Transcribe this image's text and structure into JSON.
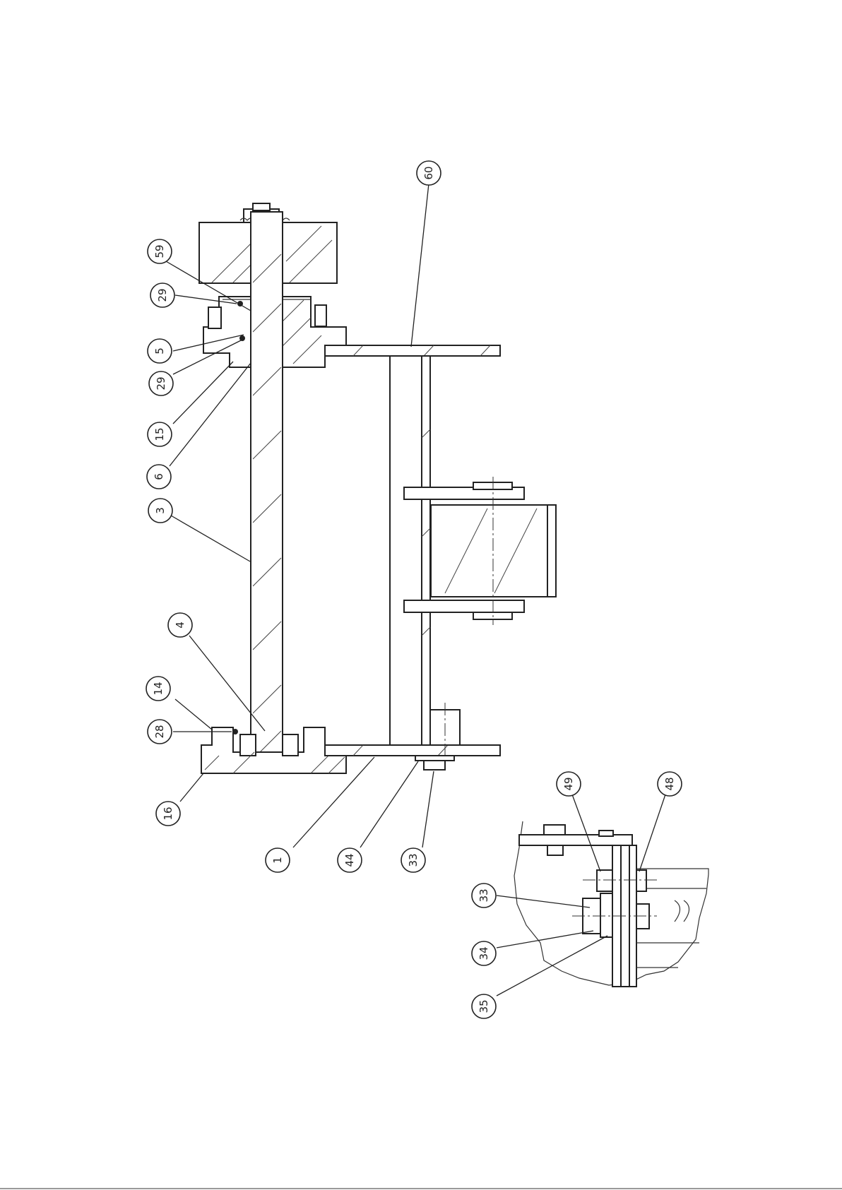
{
  "diagram": {
    "main_view": {
      "balloons": [
        {
          "id": "b60",
          "label": "60"
        },
        {
          "id": "b59",
          "label": "59"
        },
        {
          "id": "b29a",
          "label": "29"
        },
        {
          "id": "b5",
          "label": "5"
        },
        {
          "id": "b29b",
          "label": "29"
        },
        {
          "id": "b15",
          "label": "15"
        },
        {
          "id": "b6",
          "label": "6"
        },
        {
          "id": "b3",
          "label": "3"
        },
        {
          "id": "b4",
          "label": "4"
        },
        {
          "id": "b14",
          "label": "14"
        },
        {
          "id": "b28",
          "label": "28"
        },
        {
          "id": "b16",
          "label": "16"
        },
        {
          "id": "b1",
          "label": "1"
        },
        {
          "id": "b44",
          "label": "44"
        },
        {
          "id": "b33a",
          "label": "33"
        }
      ]
    },
    "detail_view": {
      "balloons": [
        {
          "id": "b49",
          "label": "49"
        },
        {
          "id": "b48",
          "label": "48"
        },
        {
          "id": "b33b",
          "label": "33"
        },
        {
          "id": "b34",
          "label": "34"
        },
        {
          "id": "b35",
          "label": "35"
        }
      ]
    }
  }
}
